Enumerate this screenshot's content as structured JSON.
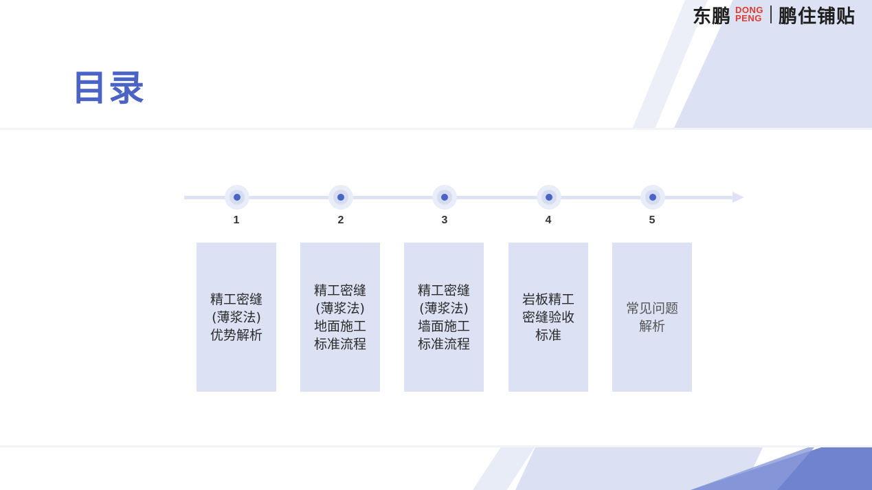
{
  "logo": {
    "brand_cn": "东鹏",
    "brand_latin_top": "DONG",
    "brand_latin_bottom": "PENG",
    "sub_brand": "鹏住铺贴"
  },
  "title": "目录",
  "steps": [
    {
      "number": "1",
      "label": "精工密缝\n(薄浆法)\n优势解析"
    },
    {
      "number": "2",
      "label": "精工密缝\n(薄浆法)\n地面施工\n标准流程"
    },
    {
      "number": "3",
      "label": "精工密缝\n(薄浆法)\n墙面施工\n标准流程"
    },
    {
      "number": "4",
      "label": "岩板精工\n密缝验收\n标准"
    },
    {
      "number": "5",
      "label": "常见问题\n解析"
    }
  ],
  "colors": {
    "accent": "#4a63c4",
    "card_bg": "#dce2f4",
    "logo_red": "#e03a2f"
  }
}
